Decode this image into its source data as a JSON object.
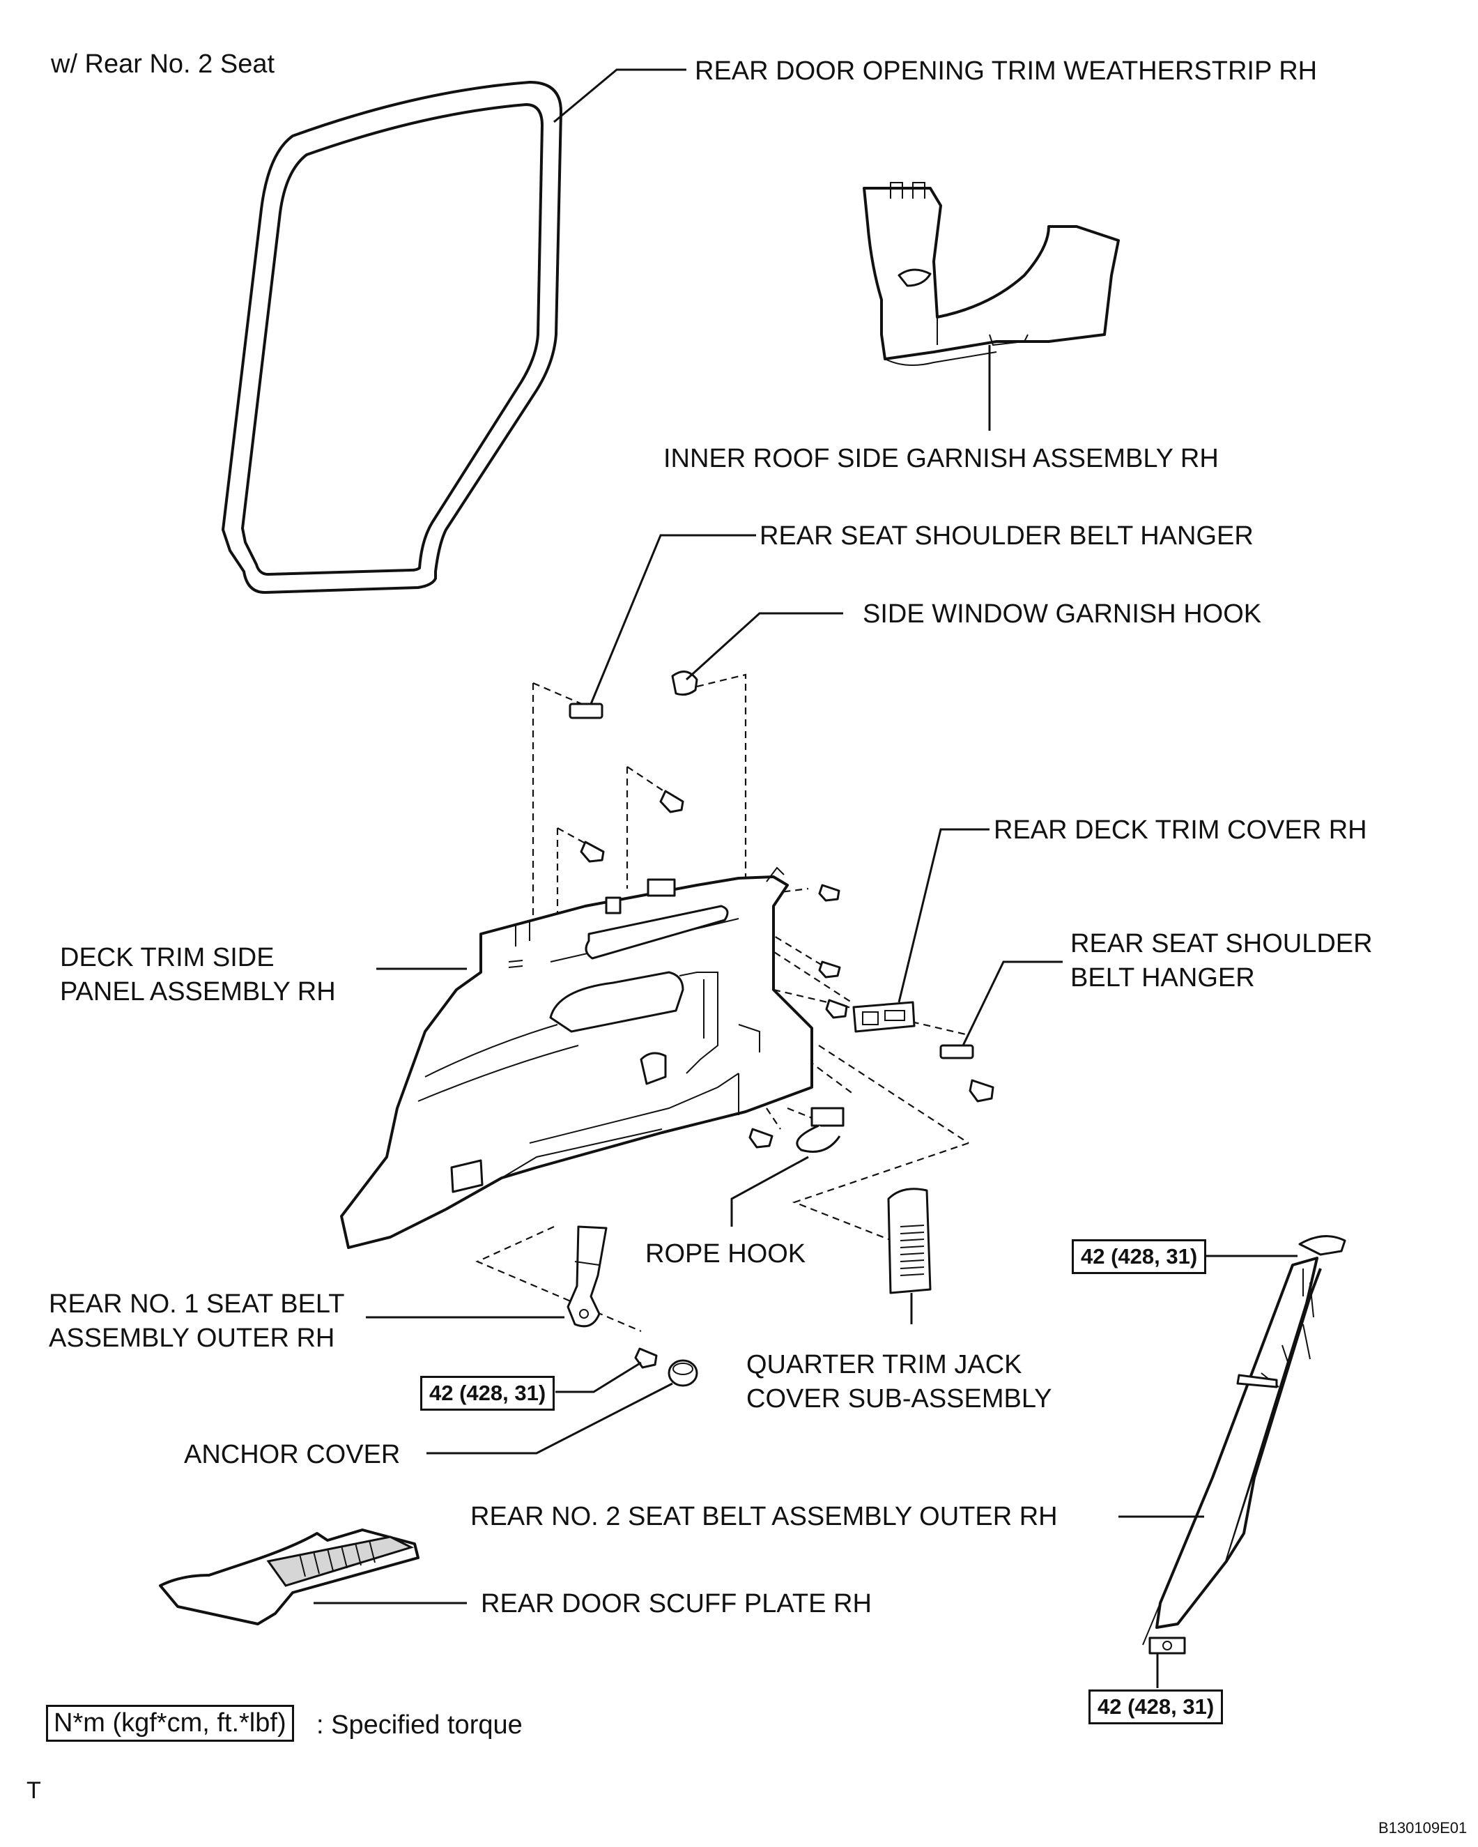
{
  "header": {
    "condition": "w/ Rear No. 2 Seat"
  },
  "labels": {
    "weatherstrip": "REAR DOOR OPENING TRIM WEATHERSTRIP RH",
    "inner_roof_garnish": "INNER ROOF SIDE GARNISH ASSEMBLY RH",
    "shoulder_belt_hanger_top": "REAR SEAT SHOULDER BELT HANGER",
    "side_window_hook": "SIDE WINDOW GARNISH HOOK",
    "rear_deck_trim_cover": "REAR DECK TRIM COVER RH",
    "deck_trim_panel": "DECK TRIM SIDE\nPANEL ASSEMBLY RH",
    "shoulder_belt_hanger_right": "REAR SEAT SHOULDER\nBELT HANGER",
    "rope_hook": "ROPE HOOK",
    "rear_no1_belt": "REAR NO. 1 SEAT BELT\nASSEMBLY OUTER RH",
    "quarter_jack_cover": "QUARTER TRIM JACK\nCOVER SUB-ASSEMBLY",
    "anchor_cover": "ANCHOR COVER",
    "rear_no2_belt": "REAR NO. 2 SEAT BELT ASSEMBLY OUTER RH",
    "scuff_plate": "REAR DOOR SCUFF PLATE RH"
  },
  "torque": {
    "rear_no1_anchor": "42 (428, 31)",
    "rear_no2_upper": "42 (428, 31)",
    "rear_no2_lower": "42 (428, 31)"
  },
  "legend": {
    "unit": "N*m (kgf*cm, ft.*lbf)",
    "description": ": Specified torque"
  },
  "footer": {
    "corner_mark": "T",
    "figure_code": "B130109E01"
  }
}
